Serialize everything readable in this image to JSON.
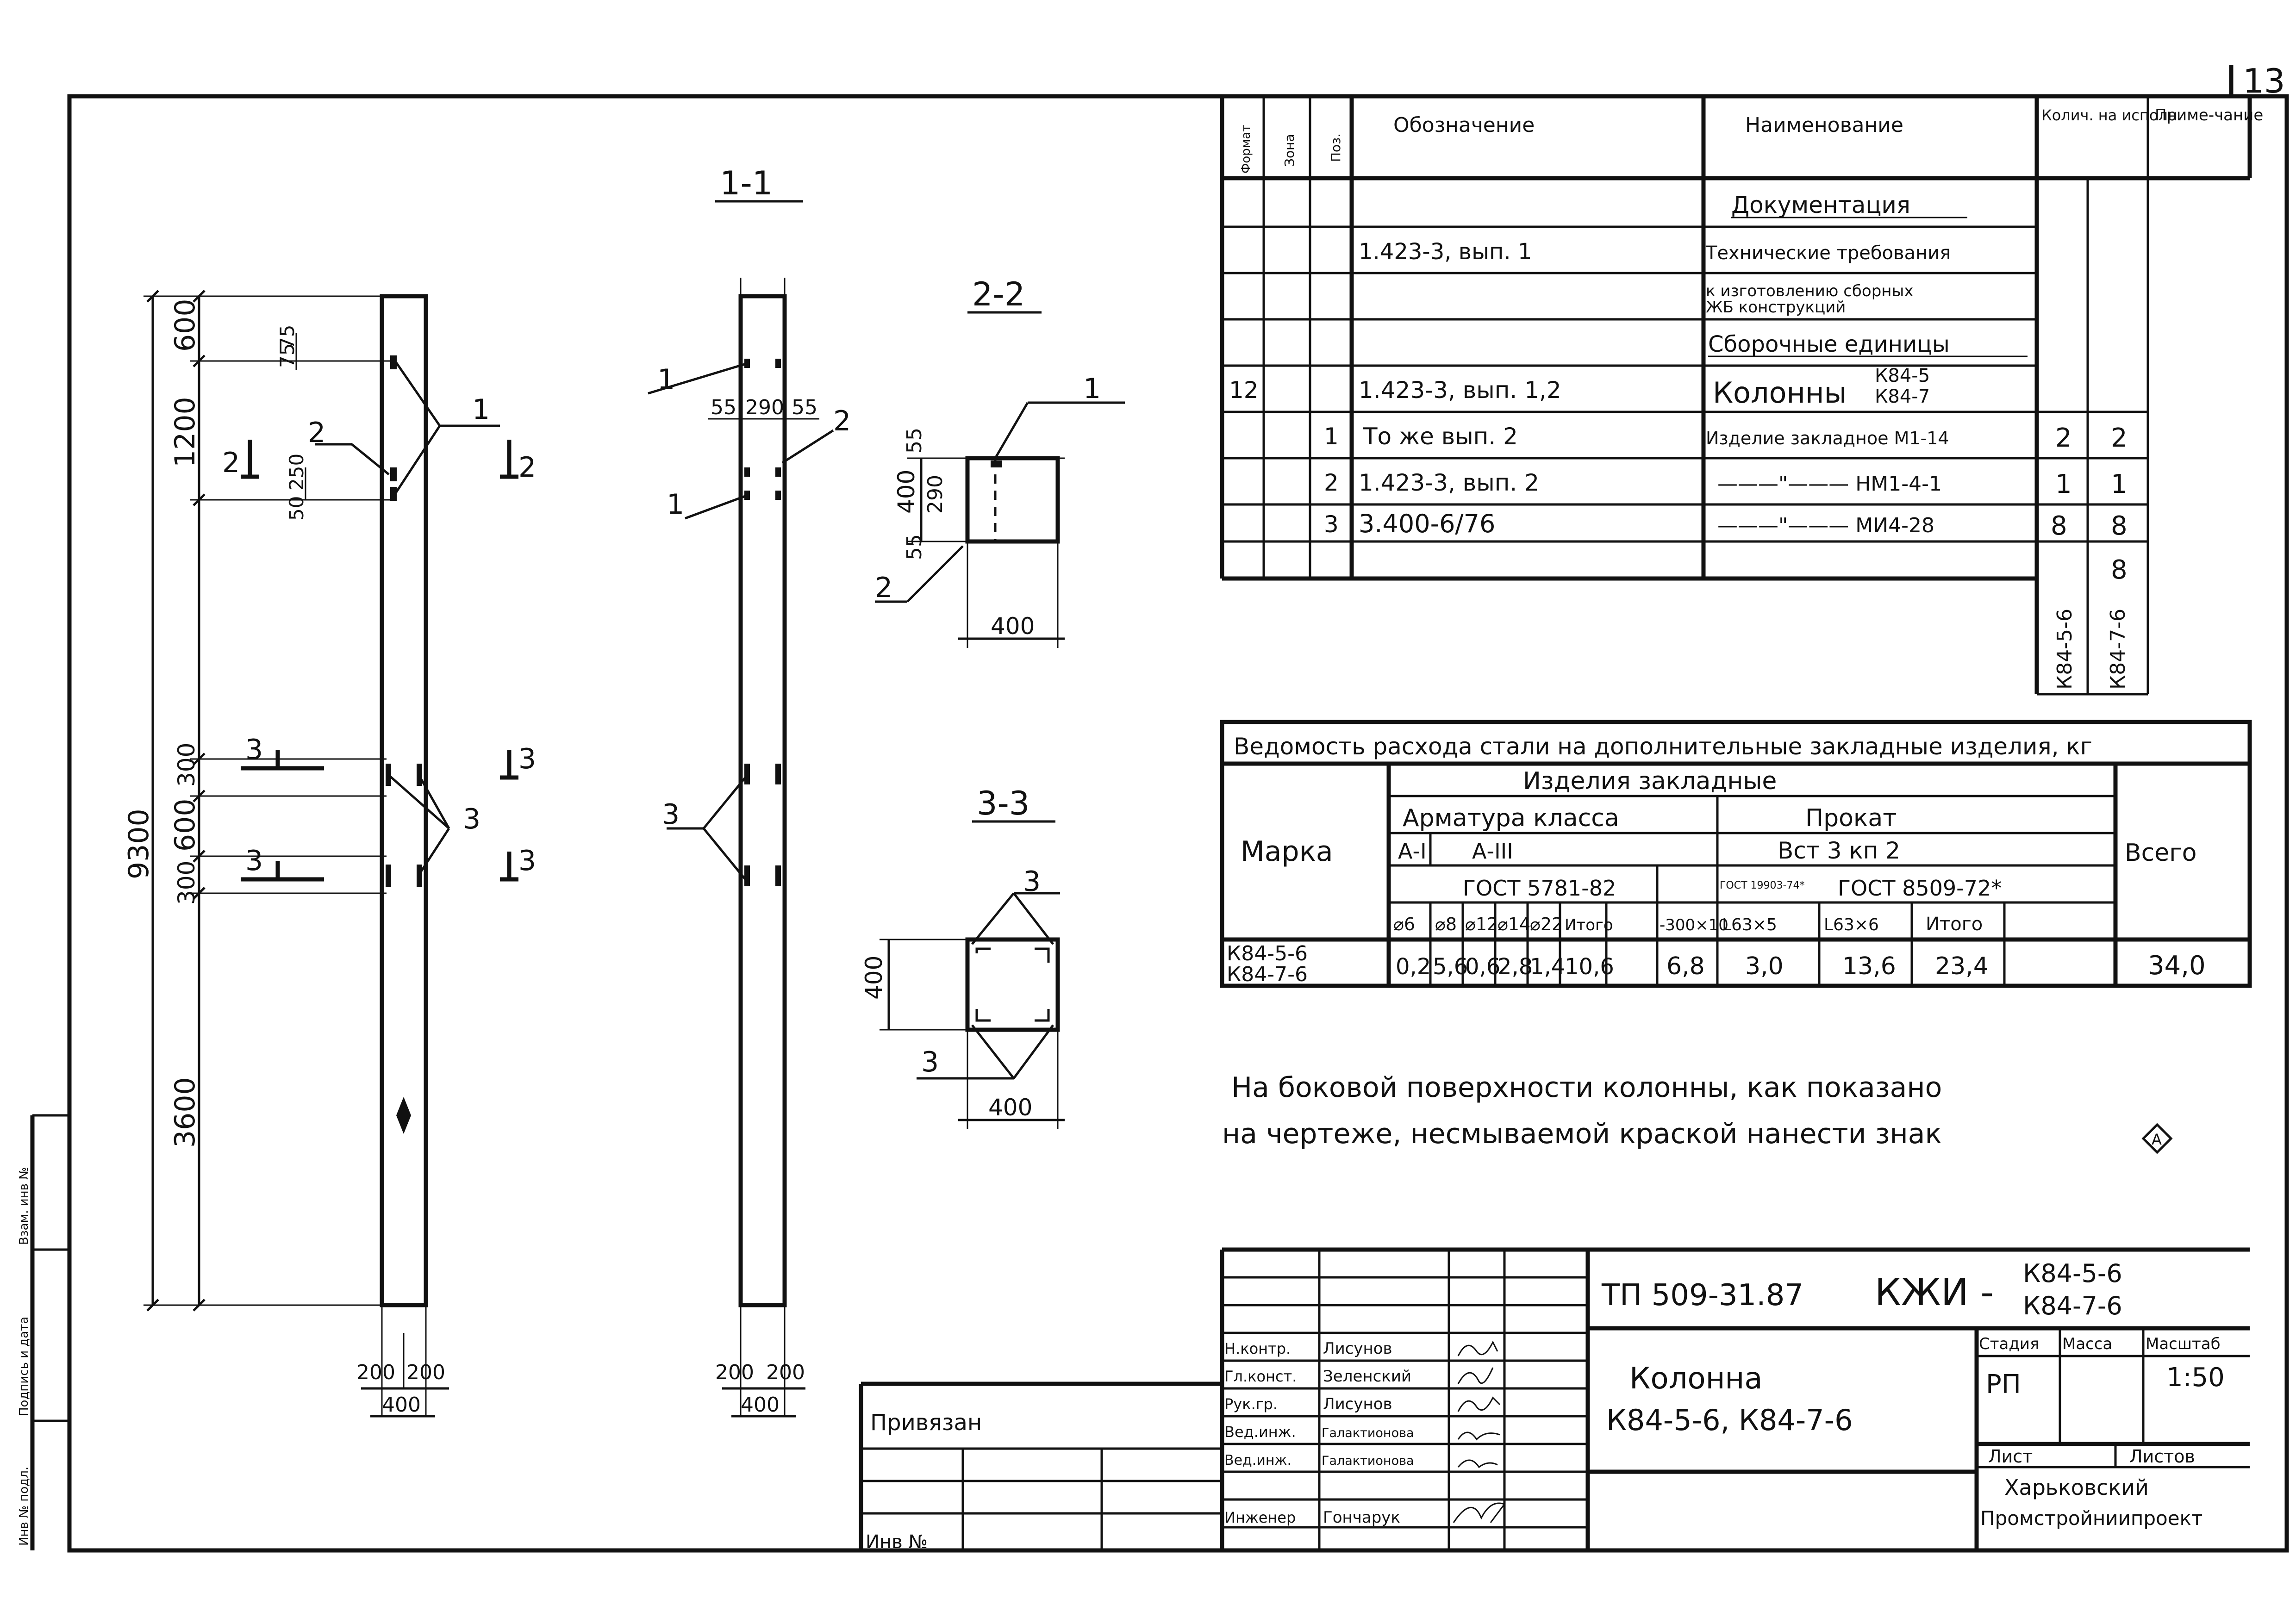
{
  "sheet_no": "13",
  "drawing": {
    "section_1_1": "1-1",
    "section_2_2": "2-2",
    "section_3_3": "3-3",
    "dims_elevation": [
      "600",
      "1200",
      "9300",
      "300",
      "600",
      "300",
      "3600",
      "75",
      "75",
      "250",
      "50"
    ],
    "dims_plan": {
      "w1": "200",
      "w2": "200",
      "total": "400"
    },
    "dims_sec11": {
      "a": "55",
      "b": "290",
      "c": "55"
    },
    "dims_sec22": {
      "top": "55",
      "mid": "290",
      "bot": "55",
      "h": "400",
      "w": "400"
    },
    "dims_sec33": {
      "h": "400",
      "w": "400"
    },
    "callouts": {
      "one": "1",
      "two": "2",
      "three": "3"
    },
    "cut_labels": {
      "two": "2",
      "three": "3"
    }
  },
  "spec": {
    "headers": {
      "format": "Формат",
      "zone": "Зона",
      "pos": "Поз.",
      "designation": "Обозначение",
      "name": "Наименование",
      "qty": "Колич. на исполн.",
      "note": "Приме-чание"
    },
    "doc_section": "Документация",
    "row_tech_designation": "1.423-3, вып. 1",
    "row_tech_name1": "Технические требования",
    "row_tech_name2": "к изготовлению сборных",
    "row_tech_name3": "ЖБ конструкций",
    "asm_section": "Сборочные единицы",
    "asm_format": "12",
    "asm_designation": "1.423-3, вып. 1,2",
    "asm_name": "Колонны",
    "asm_variant1": "К84-5",
    "asm_variant2": "К84-7",
    "rows": [
      {
        "pos": "1",
        "designation": "То же   вып. 2",
        "name": "Изделие закладное М1-14",
        "q1": "2",
        "q2": "2"
      },
      {
        "pos": "2",
        "designation": "1.423-3, вып. 2",
        "name": "———\"——— НМ1-4-1",
        "q1": "1",
        "q2": "1"
      },
      {
        "pos": "3",
        "designation": "3.400-6/76",
        "name": "———\"——— МИ4-28",
        "q1": "8",
        "q2": "8"
      }
    ],
    "extra_qty": "8",
    "variant_cols": [
      "К84-5-6",
      "К84-7-6"
    ]
  },
  "steel": {
    "title": "Ведомость расхода стали на дополнительные закладные изделия, кг",
    "group": "Изделия закладные",
    "mark": "Марка",
    "rebar": "Арматура класса",
    "rolled": "Прокат",
    "ai": "А-I",
    "aiii": "А-III",
    "steel_grade": "Вст 3 кп 2",
    "gost_rebar": "ГОСТ 5781-82",
    "gost_strip": "ГОСТ 19903-74*",
    "gost_angle": "ГОСТ 8509-72*",
    "total": "Всего",
    "cols": [
      "⌀6",
      "⌀8",
      "⌀12",
      "⌀14",
      "⌀22",
      "Итого",
      "-300×10",
      "L63×5",
      "L63×6",
      "Итого"
    ],
    "row_marks": [
      "К84-5-6",
      "К84-7-6"
    ],
    "values": [
      "0,2",
      "5,6",
      "0,6",
      "2,8",
      "1,4",
      "10,6",
      "6,8",
      "3,0",
      "13,6",
      "23,4"
    ],
    "grand_total": "34,0"
  },
  "note_line1": "На боковой поверхности колонны, как показано",
  "note_line2": "на чертеже, несмываемой краской нанести знак",
  "note_sign": "А",
  "stamp": {
    "code": "ТП 509-31.87",
    "mark": "КЖИ -",
    "variant1": "К84-5-6",
    "variant2": "К84-7-6",
    "title1": "Колонна",
    "title2": "К84-5-6, К84-7-6",
    "roles": [
      "Н.контр.",
      "Гл.конст.",
      "Рук.гр.",
      "Вед.инж.",
      "Вед.инж.",
      "Инженер"
    ],
    "names": [
      "Лисунов",
      "Зеленский",
      "Лисунов",
      "Галактионова",
      "Галактионова",
      "Гончарук"
    ],
    "stage_h": "Стадия",
    "mass_h": "Масса",
    "scale_h": "Масштаб",
    "stage": "РП",
    "scale": "1:50",
    "sheet_h": "Лист",
    "sheets_h": "Листов",
    "org1": "Харьковский",
    "org2": "Промстройниипроект"
  },
  "bound": "Привязан",
  "inv": "Инв №",
  "side_strip": [
    "Инв № подл.",
    "Подпись и дата",
    "Взам. инв №"
  ]
}
